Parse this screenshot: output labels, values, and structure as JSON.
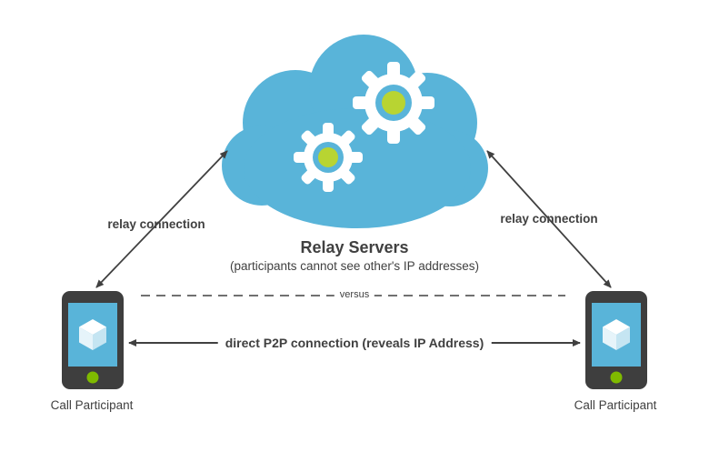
{
  "diagram": {
    "title": "Relay Servers",
    "subtitle": "(participants cannot see other's IP addresses)",
    "relay_left_label": "relay connection",
    "relay_right_label": "relay connection",
    "versus_label": "versus",
    "p2p_label": "direct P2P connection (reveals IP Address)",
    "left_participant": "Call Participant",
    "right_participant": "Call Participant"
  },
  "colors": {
    "cloud": "#59B4D9",
    "gear_body": "#FFFFFF",
    "gear_center": "#B8D432",
    "phone_body": "#3E3E3E",
    "phone_screen": "#59B4D9",
    "cube": "#FFFFFF",
    "home_button": "#7FBA00",
    "arrow": "#404040",
    "text": "#404040"
  }
}
